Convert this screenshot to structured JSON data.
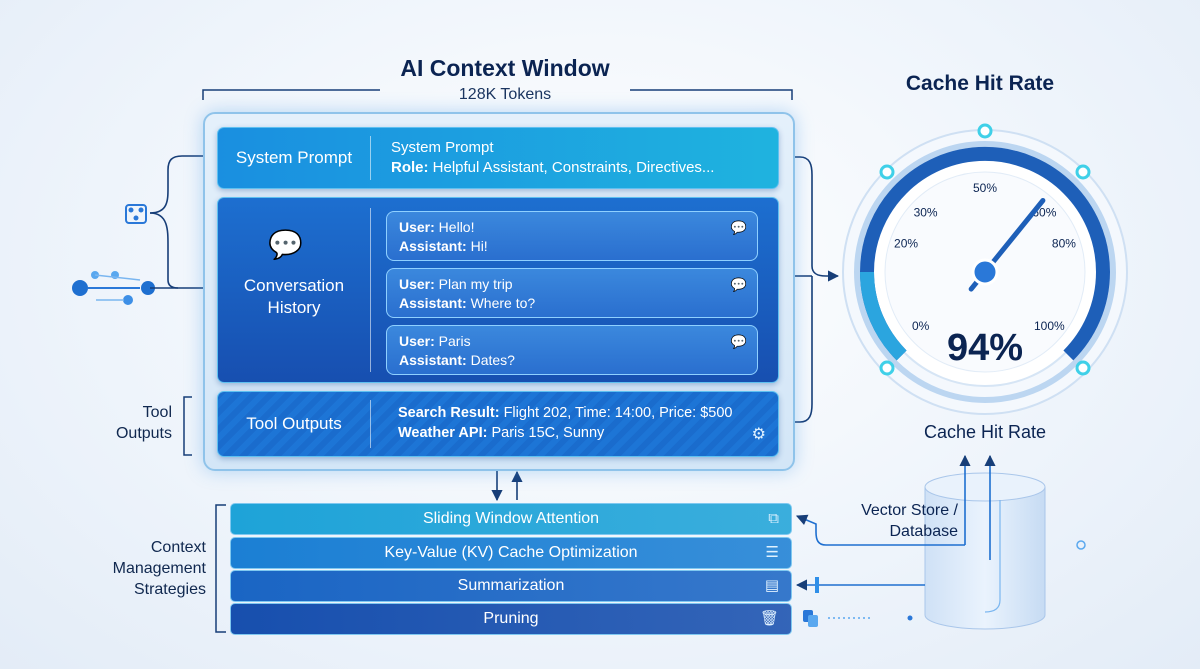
{
  "context_window": {
    "title": "AI Context Window",
    "subtitle": "128K Tokens"
  },
  "system_prompt": {
    "label": "System Prompt",
    "heading": "System Prompt",
    "role_key": "Role:",
    "role_value": " Helpful Assistant, Constraints, Directives..."
  },
  "conversation": {
    "label_line1": "Conversation",
    "label_line2": "History",
    "messages": [
      {
        "user_key": "User:",
        "user": " Hello!",
        "assistant_key": "Assistant:",
        "assistant": " Hi!"
      },
      {
        "user_key": "User:",
        "user": " Plan my trip",
        "assistant_key": "Assistant:",
        "assistant": " Where to?"
      },
      {
        "user_key": "User:",
        "user": " Paris",
        "assistant_key": "Assistant:",
        "assistant": " Dates?"
      }
    ]
  },
  "tool_outputs": {
    "label": "Tool Outputs",
    "line1_key": "Search Result:",
    "line1_value": " Flight 202, Time: 14:00, Price: $500",
    "line2_key": "Weather API:",
    "line2_value": " Paris 15C, Sunny"
  },
  "side_labels": {
    "tool_line1": "Tool",
    "tool_line2": "Outputs",
    "ctx_line1": "Context",
    "ctx_line2": "Management",
    "ctx_line3": "Strategies"
  },
  "strategies": [
    {
      "label": "Sliding Window Attention",
      "icon": "windows-icon",
      "color": "#1ea3d8"
    },
    {
      "label": "Key-Value (KV) Cache Optimization",
      "icon": "database-icon",
      "color": "#1b7fd4"
    },
    {
      "label": "Summarization",
      "icon": "document-icon",
      "color": "#1a65c4"
    },
    {
      "label": "Pruning",
      "icon": "trash-icon",
      "color": "#174fae"
    }
  ],
  "gauge": {
    "title": "Cache Hit Rate",
    "caption": "Cache Hit Rate",
    "value_text": "94%",
    "needle_percent": 65,
    "ticks": [
      "0%",
      "20%",
      "30%",
      "50%",
      "60%",
      "80%",
      "100%"
    ]
  },
  "vector_store": {
    "line1": "Vector Store /",
    "line2": "Database"
  },
  "colors": {
    "accent": "#1a8fe0",
    "deep": "#174fb0",
    "gauge_arc": "#1e5fb8",
    "node": "#3fd0e8"
  }
}
